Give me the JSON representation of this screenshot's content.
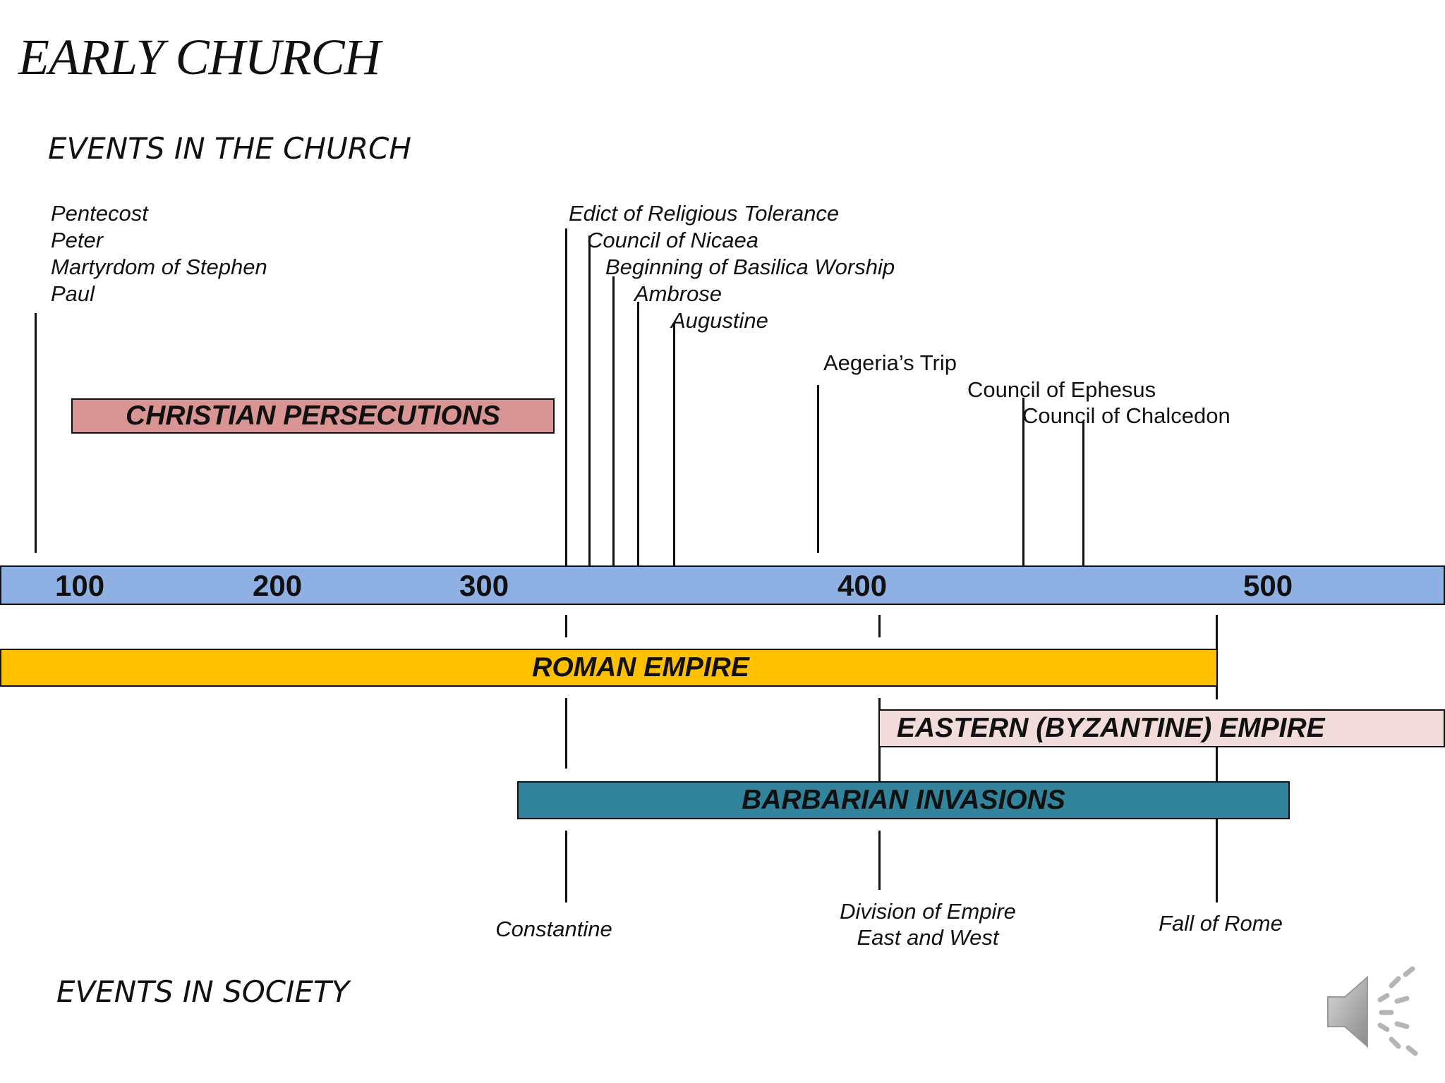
{
  "title": "EARLY CHURCH",
  "church_heading": "EVENTS IN THE CHURCH",
  "society_heading": "EVENTS IN SOCIETY",
  "church_events_early": [
    "Pentecost",
    "Peter",
    "Martyrdom of Stephen",
    "Paul"
  ],
  "church_events_4th": [
    "Edict of Religious Tolerance",
    "Council of Nicaea",
    "Beginning of Basilica Worship",
    "Ambrose",
    "Augustine"
  ],
  "church_events_5th": [
    "Aegeria’s Trip",
    "Council of Ephesus",
    "Council of Chalcedon"
  ],
  "bands": {
    "persecutions": "CHRISTIAN PERSECUTIONS",
    "roman": "ROMAN EMPIRE",
    "eastern": "EASTERN (BYZANTINE) EMPIRE",
    "barbarian": "BARBARIAN INVASIONS"
  },
  "axis_ticks": [
    "100",
    "200",
    "300",
    "400",
    "500"
  ],
  "society_events": {
    "constantine": "Constantine",
    "division_line1": "Division of  Empire",
    "division_line2": "East and West",
    "fall": "Fall of Rome"
  },
  "colors": {
    "axis": "#8fb0e3",
    "persecutions": "#d99594",
    "roman": "#ffc000",
    "eastern": "#f2dcdb",
    "barbarian": "#31849b"
  },
  "icons": {
    "speaker": "speaker-icon"
  }
}
